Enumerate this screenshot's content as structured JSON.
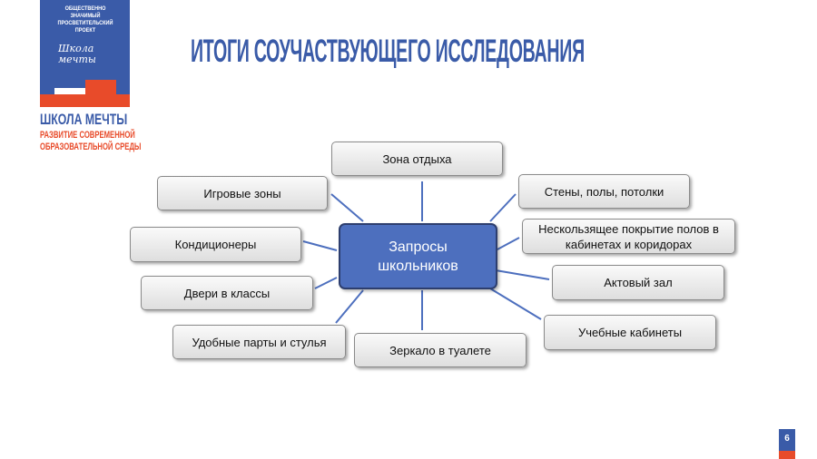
{
  "logo": {
    "top_text": "ОБЩЕСТВЕННО ЗНАЧИМЫЙ ПРОСВЕТИТЕЛЬСКИЙ ПРОЕКТ",
    "script_text": "Школа мечты",
    "brand": "ШКОЛА МЕЧТЫ",
    "subtitle_line1": "РАЗВИТИЕ СОВРЕМЕННОЙ",
    "subtitle_line2": "ОБРАЗОВАТЕЛЬНОЙ СРЕДЫ"
  },
  "title": "ИТОГИ СОУЧАСТВУЮЩЕГО ИССЛЕДОВАНИЯ",
  "diagram": {
    "center_line1": "Запросы",
    "center_line2": "школьников",
    "nodes": [
      "Зона отдыха",
      "Игровые зоны",
      "Кондиционеры",
      "Двери в классы",
      "Удобные парты и стулья",
      "Зеркало в туалете",
      "Стены, полы, потолки",
      "Нескользящее покрытие полов в кабинетах и коридорах",
      "Актовый зал",
      "Учебные кабинеты"
    ]
  },
  "page_number": "6",
  "colors": {
    "brand_blue": "#3a5ba8",
    "brand_red": "#e84b2a",
    "center_fill": "#4d6fbe"
  }
}
